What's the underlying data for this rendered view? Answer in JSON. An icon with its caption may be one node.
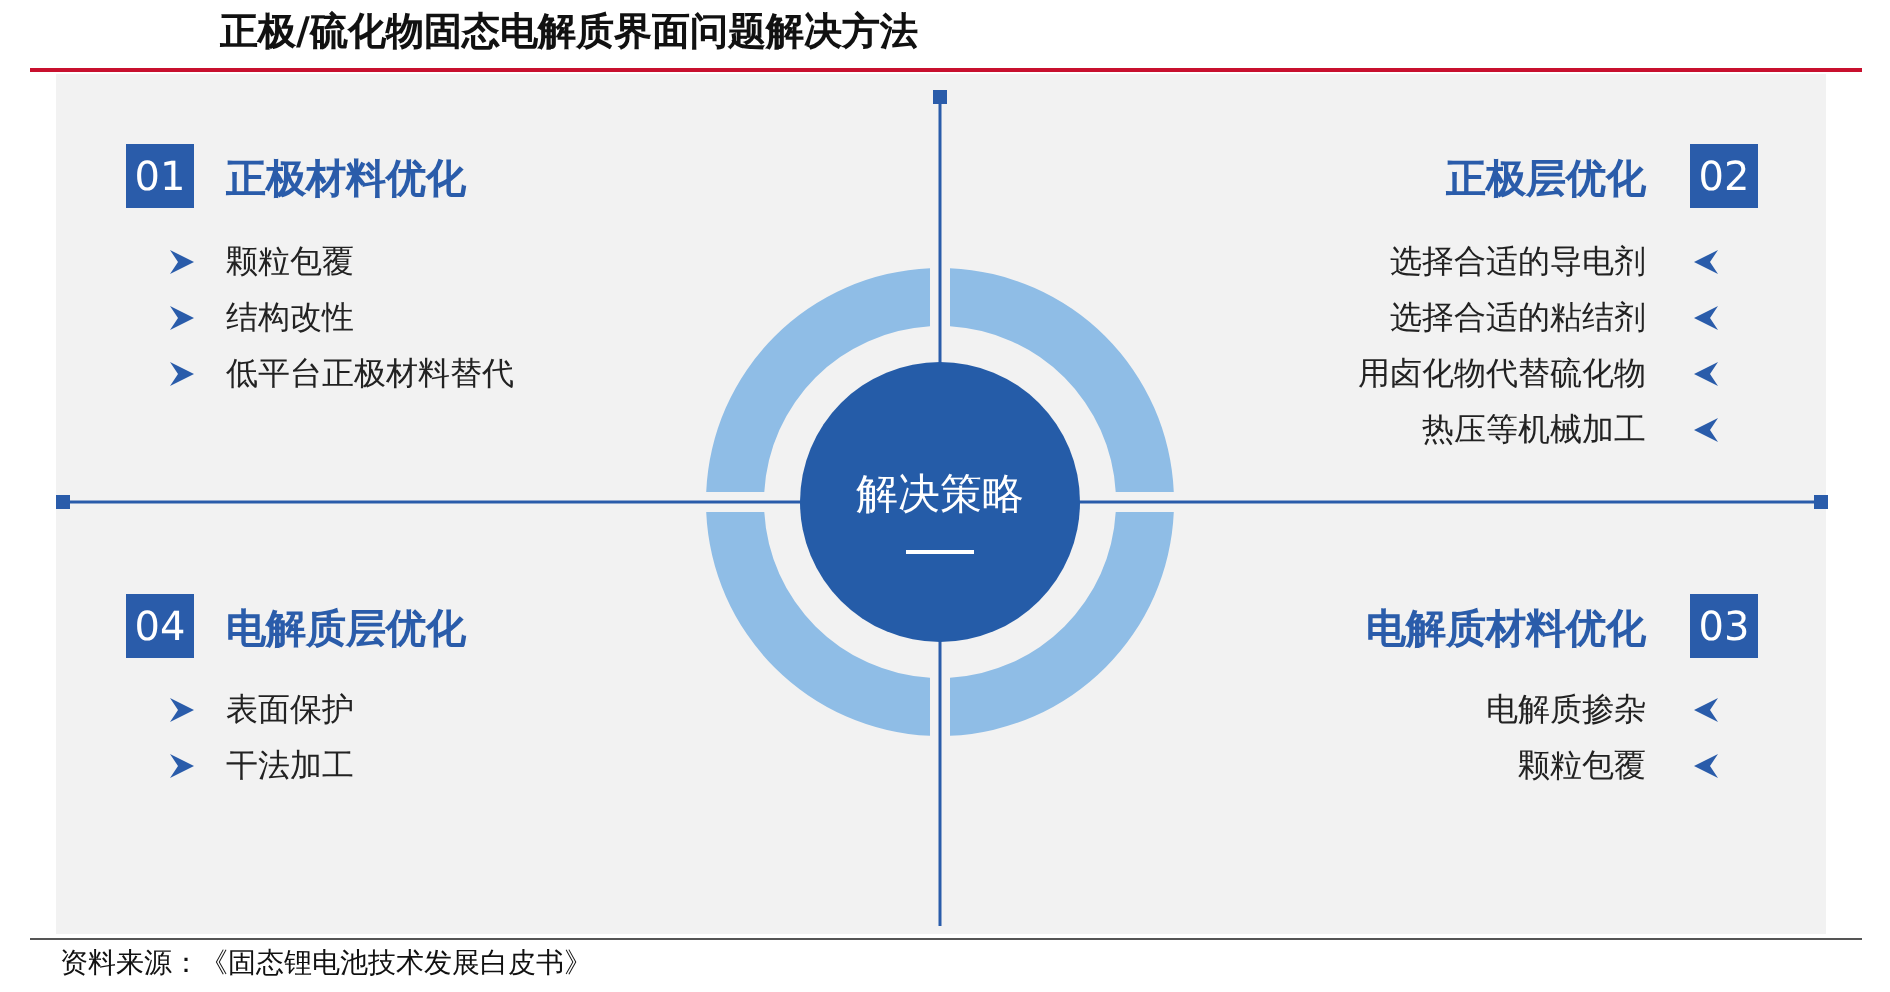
{
  "diagram": {
    "title": "正极/硫化物固态电解质界面问题解决方法",
    "caption": "资料来源：《固态锂电池技术发展白皮书》",
    "nodes": [
      {
        "text": [
          "01"
        ]
      },
      {
        "text": [
          "02"
        ]
      },
      {
        "text": [
          "解决策略"
        ]
      },
      {
        "text": [
          "04"
        ]
      },
      {
        "text": [
          "03"
        ]
      }
    ],
    "edges": [],
    "labels": [
      "正极材料优化",
      "颗粒包覆",
      "结构改性",
      "低平台正极材料替代",
      "正极层优化",
      "选择合适的导电剂",
      "选择合适的粘结剂",
      "用卤化物代替硫化物",
      "热压等机械加工",
      "电解质层优化",
      "表面保护",
      "干法加工",
      "电解质材料优化",
      "电解质掺杂",
      "颗粒包覆"
    ]
  }
}
